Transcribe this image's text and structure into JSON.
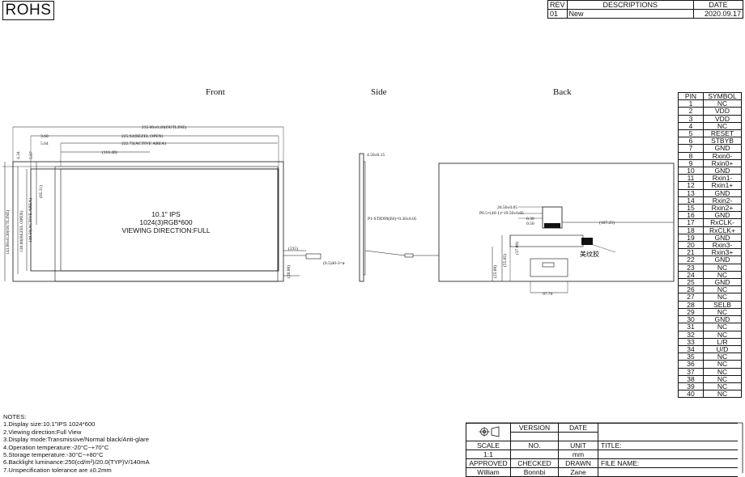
{
  "rohs": "ROHS",
  "revision": {
    "headers": [
      "REV",
      "DESCRIPTIONS",
      "DATE"
    ],
    "rows": [
      [
        "01",
        "New",
        "2020.09.17"
      ]
    ]
  },
  "views": {
    "front": "Front",
    "side": "Side",
    "back": "Back"
  },
  "front_view": {
    "dims_top": [
      "235.00±0.20(OUTLINE)",
      "225.92(BEZEL OPEN)",
      "222.72(ACTIVE AREA)",
      "(116.48)"
    ],
    "dims_left": [
      "3.60",
      "5.04",
      "4.34",
      "5.07",
      "(65.31)",
      "143.00±0.20(OUTLINE)",
      "136.00(BEZEL OPEN)",
      "130.56(ACTIVE AREA)"
    ],
    "panel_text": [
      "10.1\" IPS",
      "1024(3)RGB*600",
      "VIEWING DIRECTION:FULL"
    ],
    "fpc_dims": [
      "(235)",
      "(0.5)40-3=ø",
      "(20.00)"
    ]
  },
  "side_view": {
    "dims": [
      "4.50±0.15",
      "P1-STID99(E0)=0.30±0.05"
    ]
  },
  "back_view": {
    "dims": [
      "20.50±0.05",
      "P0.5×(40-1)=19.50±0.05",
      "0.30",
      "0.50",
      "(107.25)",
      "(37.00)",
      "(55.05)",
      "(25.00)",
      "97.70"
    ],
    "label": "美纹胶"
  },
  "pins": {
    "headers": [
      "PIN",
      "SYMBOL"
    ],
    "rows": [
      [
        "1",
        "NC"
      ],
      [
        "2",
        "VDD"
      ],
      [
        "3",
        "VDD"
      ],
      [
        "4",
        "NC"
      ],
      [
        "5",
        "RESET"
      ],
      [
        "6",
        "STBYB"
      ],
      [
        "7",
        "GND"
      ],
      [
        "8",
        "Rxin0-"
      ],
      [
        "9",
        "Rxin0+"
      ],
      [
        "10",
        "GND"
      ],
      [
        "11",
        "Rxin1-"
      ],
      [
        "12",
        "Rxin1+"
      ],
      [
        "13",
        "GND"
      ],
      [
        "14",
        "Rxin2-"
      ],
      [
        "15",
        "Rxin2+"
      ],
      [
        "16",
        "GND"
      ],
      [
        "17",
        "RxCLK-"
      ],
      [
        "18",
        "RxCLK+"
      ],
      [
        "19",
        "GND"
      ],
      [
        "20",
        "Rxin3-"
      ],
      [
        "21",
        "Rxin3+"
      ],
      [
        "22",
        "GND"
      ],
      [
        "23",
        "NC"
      ],
      [
        "24",
        "NC"
      ],
      [
        "25",
        "GND"
      ],
      [
        "26",
        "NC"
      ],
      [
        "27",
        "NC"
      ],
      [
        "28",
        "SELB"
      ],
      [
        "29",
        "NC"
      ],
      [
        "30",
        "GND"
      ],
      [
        "31",
        "NC"
      ],
      [
        "32",
        "NC"
      ],
      [
        "33",
        "L/R"
      ],
      [
        "34",
        "U/D"
      ],
      [
        "35",
        "NC"
      ],
      [
        "36",
        "NC"
      ],
      [
        "37",
        "NC"
      ],
      [
        "38",
        "NC"
      ],
      [
        "39",
        "NC"
      ],
      [
        "40",
        "NC"
      ]
    ]
  },
  "notes": {
    "title": "NOTES:",
    "items": [
      "1.Display size:10.1\"IPS 1024*600",
      "2.Viewing direction:Full View",
      "3.Display mode:Transmissive/Normal black/Anti-glare",
      "4.Operation temperature:-20°C~+70°C",
      "5.Storage temperature:-30°C~+80°C",
      "6.Backlight luminance:250(cd/m²)/20.0(TYP)V/140mA",
      "7.Unspecification tolerance are ±0.2mm"
    ]
  },
  "title_block": {
    "version": "VERSION",
    "date": "DATE",
    "scale": "SCALE",
    "scale_value": "1:1",
    "no": "NO.",
    "unit": "UNIT",
    "unit_value": "mm",
    "title": "TITLE:",
    "approved": "APPROVED",
    "checked": "CHECKED",
    "drawn": "DRAWN",
    "file_name": "FILE NAME:",
    "approved_by": "William",
    "checked_by": "Bonnbi",
    "drawn_by": "Zane"
  }
}
